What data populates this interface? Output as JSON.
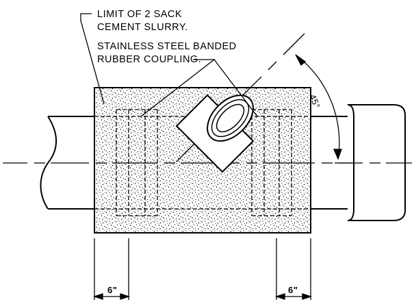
{
  "annotations": {
    "cement_line1": "LIMIT OF 2 SACK",
    "cement_line2": "CEMENT SLURRY.",
    "coupling_line1": "STAINLESS STEEL BANDED",
    "coupling_line2": "RUBBER COUPLING.",
    "angle": "45°",
    "dim_left": "6\"",
    "dim_right": "6\""
  },
  "colors": {
    "line": "#000000",
    "background": "#ffffff"
  }
}
